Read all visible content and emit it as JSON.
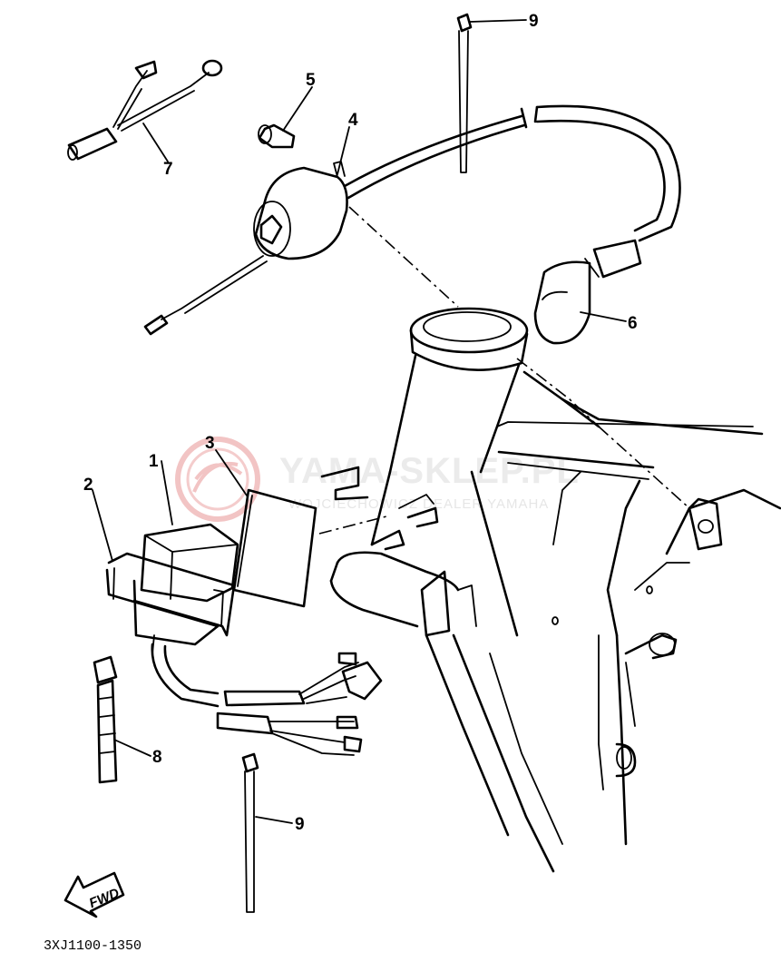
{
  "callouts": {
    "c1": "1",
    "c2": "2",
    "c3": "3",
    "c4": "4",
    "c5": "5",
    "c6": "6",
    "c7": "7",
    "c8": "8",
    "c9a": "9",
    "c9b": "9"
  },
  "watermark": {
    "brand": "YAMA-SKLEP.PL",
    "subtitle": "WOJCIECHOWICZ DEALER YAMAHA",
    "logo_color": "#f2b5b5"
  },
  "fwd_label": "FWD",
  "diagram_code": "3XJ1100-1350"
}
